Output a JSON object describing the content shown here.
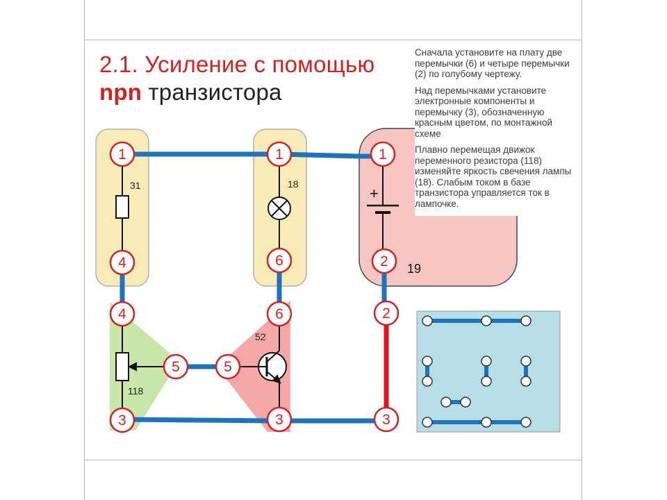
{
  "title": {
    "number": "2.1.",
    "line1_text": "Усиление с помощью",
    "bold_word": "npn",
    "line2_text": "транзистора"
  },
  "instructions": [
    "Сначала установите на плату две перемычки (6) и четыре перемычки (2) по голубому чертежу.",
    "Над перемычками установите электронные компоненты и перемычку (3), обозначенную красным цветом, по монтажной схеме",
    "Плавно перемещая движок переменного резистора (118) изменяйте яркость свечения лампы (18). Слабым током в базе транзистора управляется ток в лампочке."
  ],
  "nodes": {
    "a1": "1",
    "a4": "4",
    "b1": "1",
    "b6": "6",
    "c1": "1",
    "c2": "2",
    "d4": "4",
    "d3": "3",
    "d5": "5",
    "e6": "6",
    "e5": "5",
    "e3": "3",
    "f2": "2",
    "f3": "3"
  },
  "components": {
    "resistor": "31",
    "lamp": "18",
    "battery_plus": "+",
    "battery": "19",
    "transistor": "52",
    "potentiometer": "118"
  },
  "colors": {
    "title_accent": "#d42020",
    "wire_blue": "#1e73be",
    "wire_red": "#e8141b",
    "yellow_block": "#f8ebb8",
    "pink_block": "#f7c6c2",
    "green_block": "#c8e6a8",
    "triangle_red": "#f6a8a8",
    "board_bg": "#b7dde6",
    "node_ring": "#d42020"
  }
}
